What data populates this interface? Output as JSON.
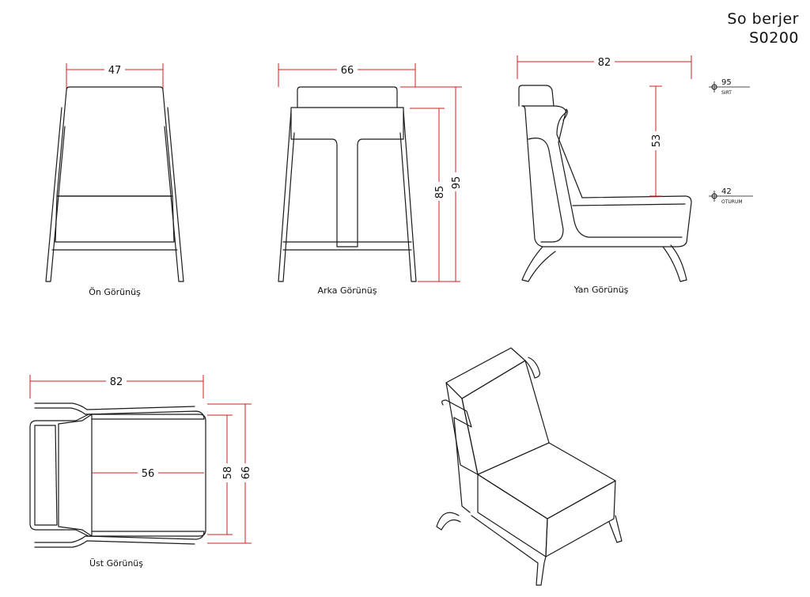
{
  "title": {
    "line1": "So berjer",
    "line2": "S0200"
  },
  "colors": {
    "dimension_line": "#d21f1f",
    "outline": "#1a1a1a"
  },
  "views": {
    "front": {
      "caption": "Ön Görünüş",
      "width": "47"
    },
    "back": {
      "caption": "Arka Görünüş",
      "width": "66",
      "seat_height": "85",
      "total_height": "95"
    },
    "side": {
      "caption": "Yan Görünüş",
      "depth": "82",
      "back_height": "53"
    },
    "top": {
      "caption": "Üst Görünüş",
      "width": "82",
      "seat_width": "56",
      "inner_depth": "58",
      "total_depth": "66"
    }
  },
  "levels": {
    "back": {
      "value": "95",
      "label": "SIRT"
    },
    "seat": {
      "value": "42",
      "label": "OTURUM"
    }
  }
}
